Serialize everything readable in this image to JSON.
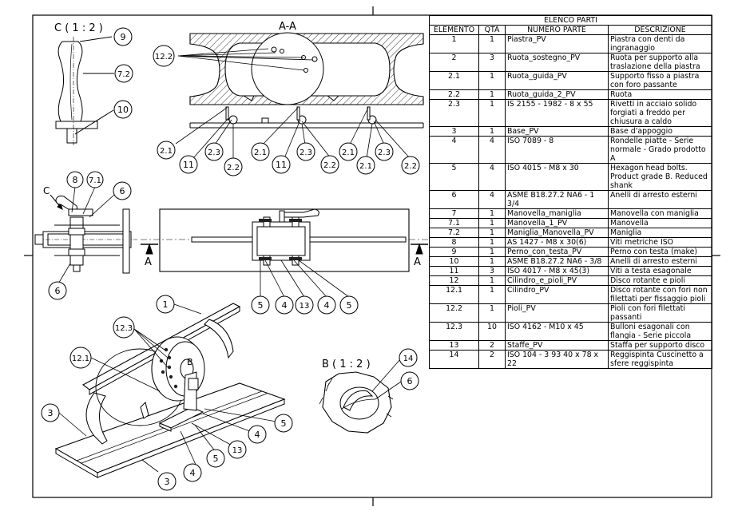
{
  "views": {
    "section_aa": "A-A",
    "detail_c": "C ( 1 : 2 )",
    "detail_b": "B ( 1 : 2 )",
    "cut_mark_a": "A",
    "view_mark_c": "C",
    "view_mark_b": "B"
  },
  "balloons": {
    "c": [
      "9",
      "7.2",
      "10"
    ],
    "aa": [
      "12.2",
      "2.1",
      "11",
      "2.3",
      "2.2"
    ],
    "side": [
      "8",
      "7.1",
      "6"
    ],
    "top": [
      "5",
      "4",
      "13"
    ],
    "iso": [
      "1",
      "12.3",
      "12.1",
      "3",
      "4",
      "5",
      "13"
    ],
    "b": [
      "14",
      "6"
    ]
  },
  "bom": {
    "title": "ELENCO PARTI",
    "headers": [
      "ELEMENTO",
      "QTÀ",
      "NUMERO PARTE",
      "DESCRIZIONE"
    ],
    "rows": [
      [
        "1",
        "1",
        "Piastra_PV",
        "Piastra con denti da ingranaggio"
      ],
      [
        "2",
        "3",
        "Ruota_sostegno_PV",
        "Ruota per supporto alla traslazione della piastra"
      ],
      [
        "2.1",
        "1",
        "Ruota_guida_PV",
        "Supporto fisso a piastra con foro passante"
      ],
      [
        "2.2",
        "1",
        "Ruota_guida_2_PV",
        "Ruota"
      ],
      [
        "2.3",
        "1",
        "IS 2155 - 1982 - 8 x 55",
        "Rivetti in acciaio solido forgiati a freddo per chiusura a caldo"
      ],
      [
        "3",
        "1",
        "Base_PV",
        "Base d'appoggio"
      ],
      [
        "4",
        "4",
        "ISO 7089 - 8",
        "Rondelle piatte - Serie normale - Grado prodotto A"
      ],
      [
        "5",
        "4",
        "ISO 4015 - M8 x 30",
        "Hexagon head bolts. Product grade B. Reduced shank"
      ],
      [
        "6",
        "4",
        "ASME B18.27.2 NA6 - 1 3/4",
        "Anelli di arresto esterni"
      ],
      [
        "7",
        "1",
        "Manovella_maniglia",
        "Manovella con maniglia"
      ],
      [
        "7.1",
        "1",
        "Manovella_1_PV",
        "Manovella"
      ],
      [
        "7.2",
        "1",
        "Maniglia_Manovella_PV",
        "Maniglia"
      ],
      [
        "8",
        "1",
        "AS 1427 - M8 x 30(6)",
        "Viti metriche ISO"
      ],
      [
        "9",
        "1",
        "Perno_con_testa_PV",
        "Perno con testa (make)"
      ],
      [
        "10",
        "1",
        "ASME B18.27.2 NA6 - 3/8",
        "Anelli di arresto esterni"
      ],
      [
        "11",
        "3",
        "ISO 4017 - M8 x 45(3)",
        "Viti a testa esagonale"
      ],
      [
        "12",
        "1",
        "Cilindro_e_pioli_PV",
        "Disco rotante e pioli"
      ],
      [
        "12.1",
        "1",
        "Cilindro_PV",
        "Disco rotante con fori non filettati per fissaggio pioli"
      ],
      [
        "12.2",
        "1",
        "Pioli_PV",
        "Pioli con fori filettati passanti"
      ],
      [
        "12.3",
        "10",
        "ISO 4162 - M10 x 45",
        "Bulloni esagonali con flangia - Serie piccola"
      ],
      [
        "13",
        "2",
        "Staffe_PV",
        "Staffa per supporto disco"
      ],
      [
        "14",
        "2",
        "ISO 104 - 3 93 40 x 78 x 22",
        "Reggispinta Cuscinetto a sfere reggispinta"
      ]
    ]
  }
}
